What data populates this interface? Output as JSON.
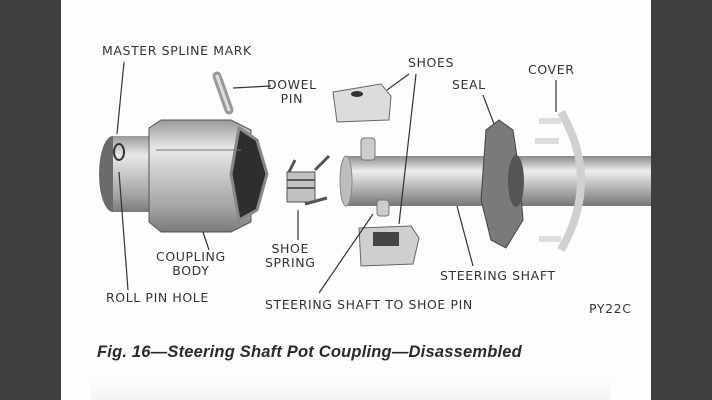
{
  "figure": {
    "caption": "Fig. 16—Steering Shaft Pot Coupling—Disassembled",
    "code": "PY22C"
  },
  "labels": {
    "master_spline_mark": "MASTER SPLINE MARK",
    "dowel_pin_line1": "DOWEL",
    "dowel_pin_line2": "PIN",
    "shoes": "SHOES",
    "seal": "SEAL",
    "cover": "COVER",
    "coupling_body_line1": "COUPLING",
    "coupling_body_line2": "BODY",
    "shoe_spring_line1": "SHOE",
    "shoe_spring_line2": "SPRING",
    "roll_pin_hole": "ROLL PIN HOLE",
    "steering_shaft": "STEERING SHAFT",
    "steering_shaft_to_shoe_pin": "STEERING SHAFT TO SHOE PIN"
  },
  "colors": {
    "background": "#3f3f3f",
    "page": "#fdfdfd",
    "text": "#333333"
  }
}
